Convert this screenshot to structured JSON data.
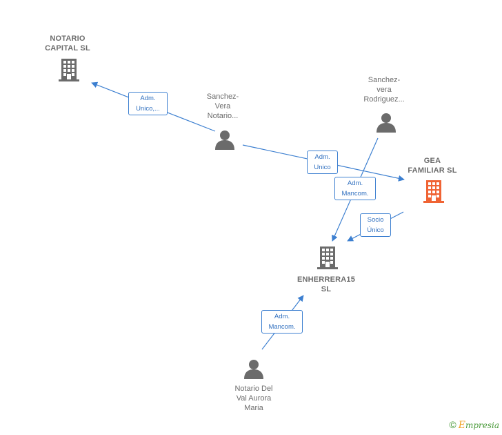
{
  "colors": {
    "edge": "#3c7fd0",
    "node_gray": "#6b6b6b",
    "node_focus": "#f06434"
  },
  "nodes": {
    "notario_capital": {
      "label": "NOTARIO\nCAPITAL  SL",
      "icon": "building-icon"
    },
    "sanchez_vera_notario": {
      "label": "Sanchez-\nVera\nNotario...",
      "icon": "person-icon"
    },
    "sanchez_vera_rodriguez": {
      "label": "Sanchez-\nvera\nRodriguez...",
      "icon": "person-icon"
    },
    "gea_familiar": {
      "label": "GEA\nFAMILIAR  SL",
      "icon": "building-icon"
    },
    "enherrera15": {
      "label": "ENHERRERA15\nSL",
      "icon": "building-icon"
    },
    "notario_del_val": {
      "label": "Notario Del\nVal Aurora\nMaria",
      "icon": "person-icon"
    }
  },
  "edges": {
    "adm_unico_notario_capital": "Adm.\nUnico,...",
    "adm_unico_gea": "Adm.\nUnico",
    "adm_mancom_rodriguez": "Adm.\nMancom.",
    "socio_unico": "Socio\nÚnico",
    "adm_mancom_del_val": "Adm.\nMancom."
  },
  "footer": {
    "copyright": "©",
    "brand_first": "E",
    "brand_rest": "mpresia"
  }
}
